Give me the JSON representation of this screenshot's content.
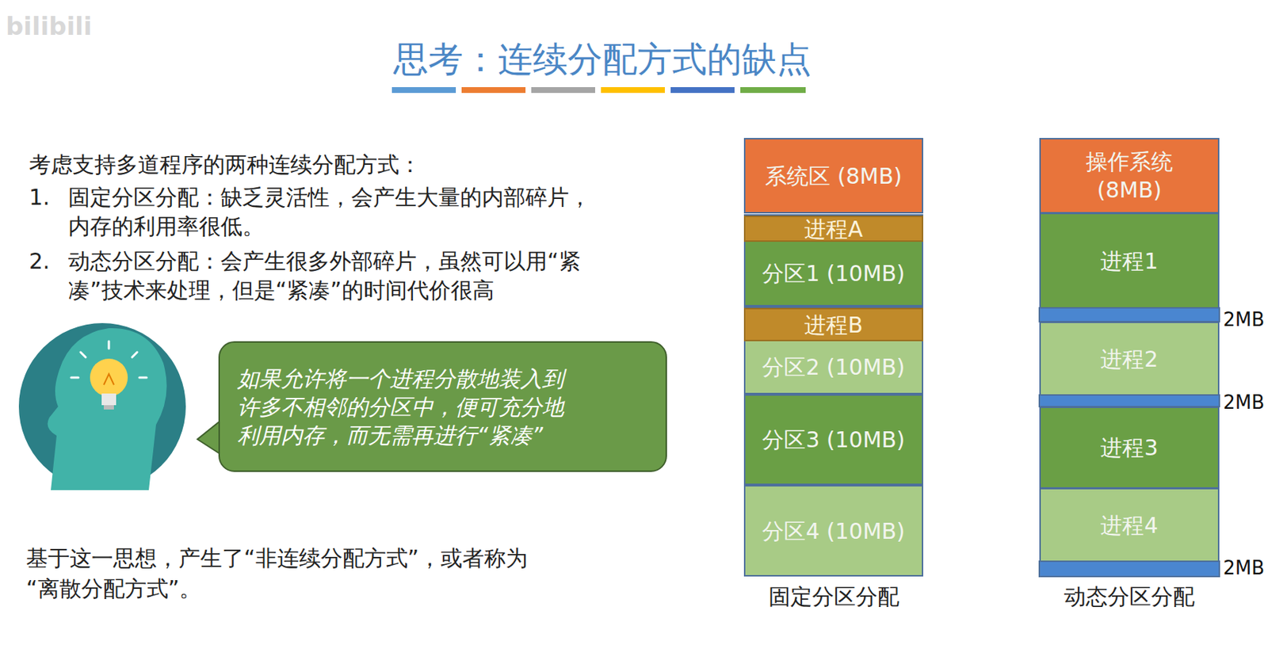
{
  "diagram": {
    "title": "思考：连续分配方式的缺点",
    "nodes": [
      {
        "text": [
          "如果允许将一个进程分散地装入到许多不相邻的分区中，便可充分地利用内存，而无需再进行“紧凑”"
        ]
      },
      {
        "text": [
          "固定分区分配"
        ]
      },
      {
        "text": [
          "系统区 (8MB)"
        ],
        "in": 1
      },
      {
        "text": [
          "分区1 (10MB)"
        ],
        "in": 1
      },
      {
        "text": [
          "进程A"
        ],
        "in": 3
      },
      {
        "text": [
          "分区2 (10MB)"
        ],
        "in": 1
      },
      {
        "text": [
          "进程B"
        ],
        "in": 5
      },
      {
        "text": [
          "分区3 (10MB)"
        ],
        "in": 1
      },
      {
        "text": [
          "分区4 (10MB)"
        ],
        "in": 1
      },
      {
        "text": [
          "动态分区分配"
        ]
      },
      {
        "text": [
          "操作系统 (8MB)"
        ],
        "in": 9
      },
      {
        "text": [
          "进程1"
        ],
        "in": 9
      },
      {
        "text": [
          "进程2"
        ],
        "in": 9
      },
      {
        "text": [
          "进程3"
        ],
        "in": 9
      },
      {
        "text": [
          "进程4"
        ],
        "in": 9
      }
    ],
    "labels": [
      "bilibili",
      "考虑支持多道程序的两种连续分配方式：",
      "1.",
      "固定分区分配：缺乏灵活性，会产生大量的内部碎片，内存的利用率很低。",
      "2.",
      "动态分区分配：会产生很多外部碎片，虽然可以用“紧凑”技术来处理，但是“紧凑”的时间代价很高",
      "基于这一思想，产生了“非连续分配方式”，或者称为“离散分配方式”。",
      "2MB",
      "2MB",
      "2MB"
    ]
  }
}
